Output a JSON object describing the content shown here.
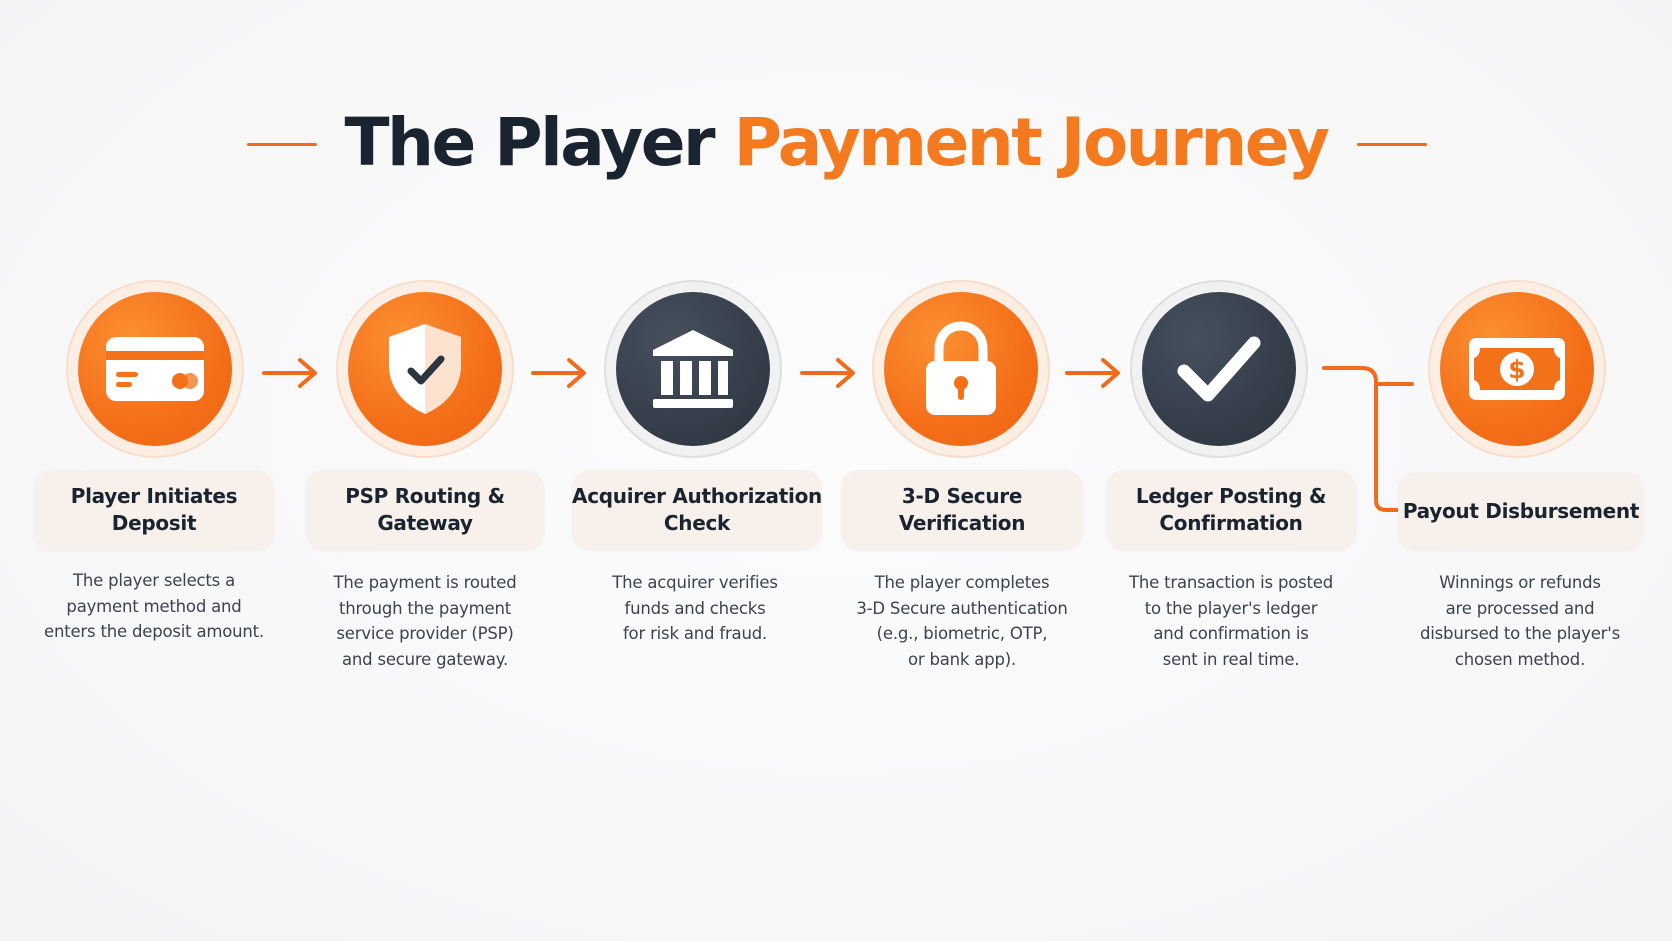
{
  "title": {
    "part1": "The Player",
    "part2": "Payment Journey"
  },
  "colors": {
    "accent": "#f47a1f",
    "dark": "#353e4a",
    "label_bg": "#f8f0ea",
    "text_dark": "#1a2330",
    "text_body": "#3b4350"
  },
  "steps": [
    {
      "icon": "credit-card-icon",
      "theme": "orange",
      "title": "Player Initiates\nDeposit",
      "description": "The player selects a\npayment method and\nenters the deposit amount."
    },
    {
      "icon": "shield-check-icon",
      "theme": "orange",
      "title": "PSP Routing &\nGateway",
      "description": "The payment is routed\nthrough the payment\nservice provider (PSP)\nand secure gateway."
    },
    {
      "icon": "bank-icon",
      "theme": "dark",
      "title": "Acquirer Authorization\nCheck",
      "description": "The acquirer verifies\nfunds and checks\nfor risk and fraud."
    },
    {
      "icon": "lock-icon",
      "theme": "orange",
      "title": "3-D Secure\nVerification",
      "description": "The player completes\n3-D Secure authentication\n(e.g., biometric, OTP,\nor bank app)."
    },
    {
      "icon": "checkmark-icon",
      "theme": "dark",
      "title": "Ledger Posting &\nConfirmation",
      "description": "The transaction is posted\nto the player's ledger\nand confirmation is\nsent in real time."
    },
    {
      "icon": "banknote-dollar-icon",
      "theme": "orange",
      "title": "Payout Disbursement",
      "description": "Winnings or refunds\nare processed and\ndisbursed to the player's\nchosen method."
    }
  ]
}
